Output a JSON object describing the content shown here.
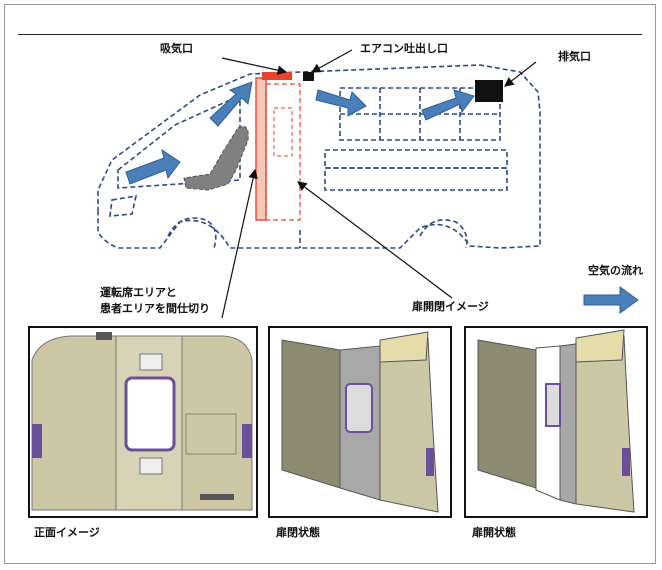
{
  "labels": {
    "intake": "吸気口",
    "aircon_outlet": "エアコン吐出し口",
    "exhaust": "排気口",
    "partition_note_line1": "運転席エリアと",
    "partition_note_line2": "患者エリアを間仕切り",
    "door_image": "扉開閉イメージ",
    "airflow_legend": "空気の流れ"
  },
  "panels": [
    {
      "caption": "正面イメージ"
    },
    {
      "caption": "扉閉状態"
    },
    {
      "caption": "扉開状態"
    }
  ],
  "colors": {
    "van_outline": "#2e4b86",
    "arrow_blue": "#4a7fb9",
    "partition_red": "#e8452f",
    "partition_fill": "#f6c7b8",
    "seat_gray": "#808080",
    "panel_khaki": "#cdc7a6",
    "window_purple": "#6b4f9a"
  }
}
